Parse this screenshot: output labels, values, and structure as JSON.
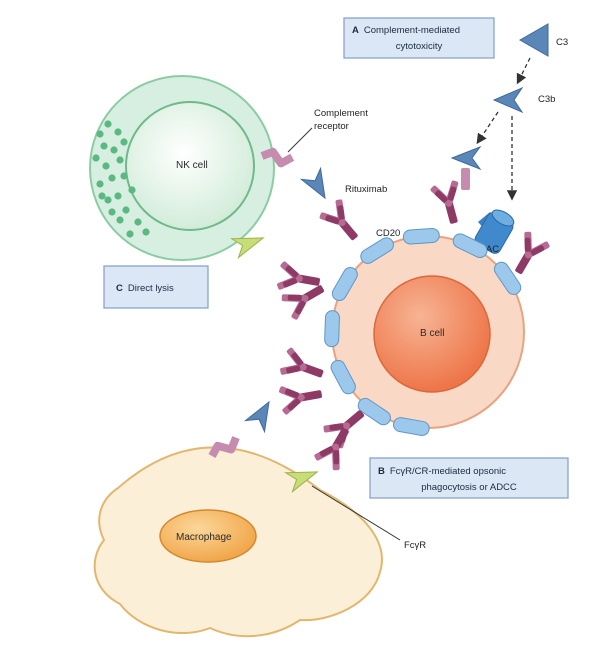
{
  "labels": {
    "nk_cell": "NK cell",
    "b_cell": "B cell",
    "macrophage": "Macrophage",
    "c3": "C3",
    "c3b": "C3b",
    "complement_receptor_line1": "Complement",
    "complement_receptor_line2": "receptor",
    "rituximab": "Rituximab",
    "cd20": "CD20",
    "mac": "MAC",
    "fcgr": "FcγR"
  },
  "boxes": {
    "a": {
      "letter": "A",
      "line1": "Complement-mediated",
      "line2": "cytotoxicity"
    },
    "b": {
      "letter": "B",
      "line1": "FcγR/CR-mediated opsonic",
      "line2": "phagocytosis or ADCC"
    },
    "c": {
      "letter": "C",
      "line1": "Direct lysis"
    }
  },
  "colors": {
    "box_fill": "#dbe7f5",
    "box_stroke": "#7f9fc4",
    "nk_outer": "#d7efe0",
    "nk_inner": "#e6f6ea",
    "nk_granule": "#5cb882",
    "b_outer": "#fad8c6",
    "b_inner": "#f2845a",
    "macrophage_body": "#fbf0d7",
    "macrophage_nucleus": "#f5b860",
    "cd20": "#9cc8ec",
    "antibody": "#8e3a66",
    "complement": "#5a86b8",
    "receptor_pink": "#c68cae",
    "fc_receptor_green": "#c8dc78"
  }
}
